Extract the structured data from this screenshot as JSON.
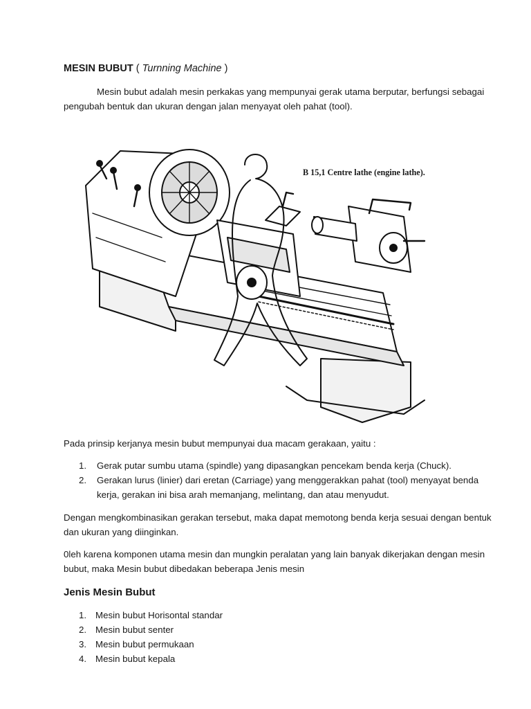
{
  "header": {
    "title_bold": "MESIN BUBUT",
    "title_open": " ( ",
    "title_italic": "Turnning Machine",
    "title_close": " )"
  },
  "intro": "Mesin bubut adalah mesin perkakas yang mempunyai gerak utama berputar, berfungsi sebagai pengubah bentuk dan ukuran dengan jalan menyayat oleh pahat (tool).",
  "figure": {
    "caption": "B 15,1  Centre lathe (engine lathe)."
  },
  "principle": {
    "text": "Pada prinsip kerjanya mesin bubut mempunyai dua macam gerakaan, yaitu :",
    "items": [
      {
        "num": "1.",
        "text": "Gerak putar sumbu utama (spindle) yang dipasangkan pencekam benda kerja (Chuck)."
      },
      {
        "num": "2.",
        "text": "Gerakan lurus (linier) dari eretan (Carriage) yang menggerakkan pahat (tool) menyayat benda kerja, gerakan ini bisa arah memanjang, melintang, dan atau menyudut."
      }
    ]
  },
  "paragraph2": "Dengan mengkombinasikan gerakan tersebut, maka dapat memotong benda kerja sesuai dengan bentuk dan ukuran yang diinginkan.",
  "paragraph3": "0leh karena komponen utama mesin dan mungkin peralatan yang lain banyak dikerjakan dengan mesin bubut, maka Mesin bubut dibedakan beberapa Jenis mesin",
  "types": {
    "heading": "Jenis Mesin Bubut",
    "items": [
      {
        "num": "1.",
        "text": "Mesin bubut Horisontal standar"
      },
      {
        "num": "2.",
        "text": "Mesin bubut senter"
      },
      {
        "num": "3.",
        "text": "Mesin bubut permukaan"
      },
      {
        "num": "4.",
        "text": "Mesin bubut kepala"
      }
    ]
  }
}
